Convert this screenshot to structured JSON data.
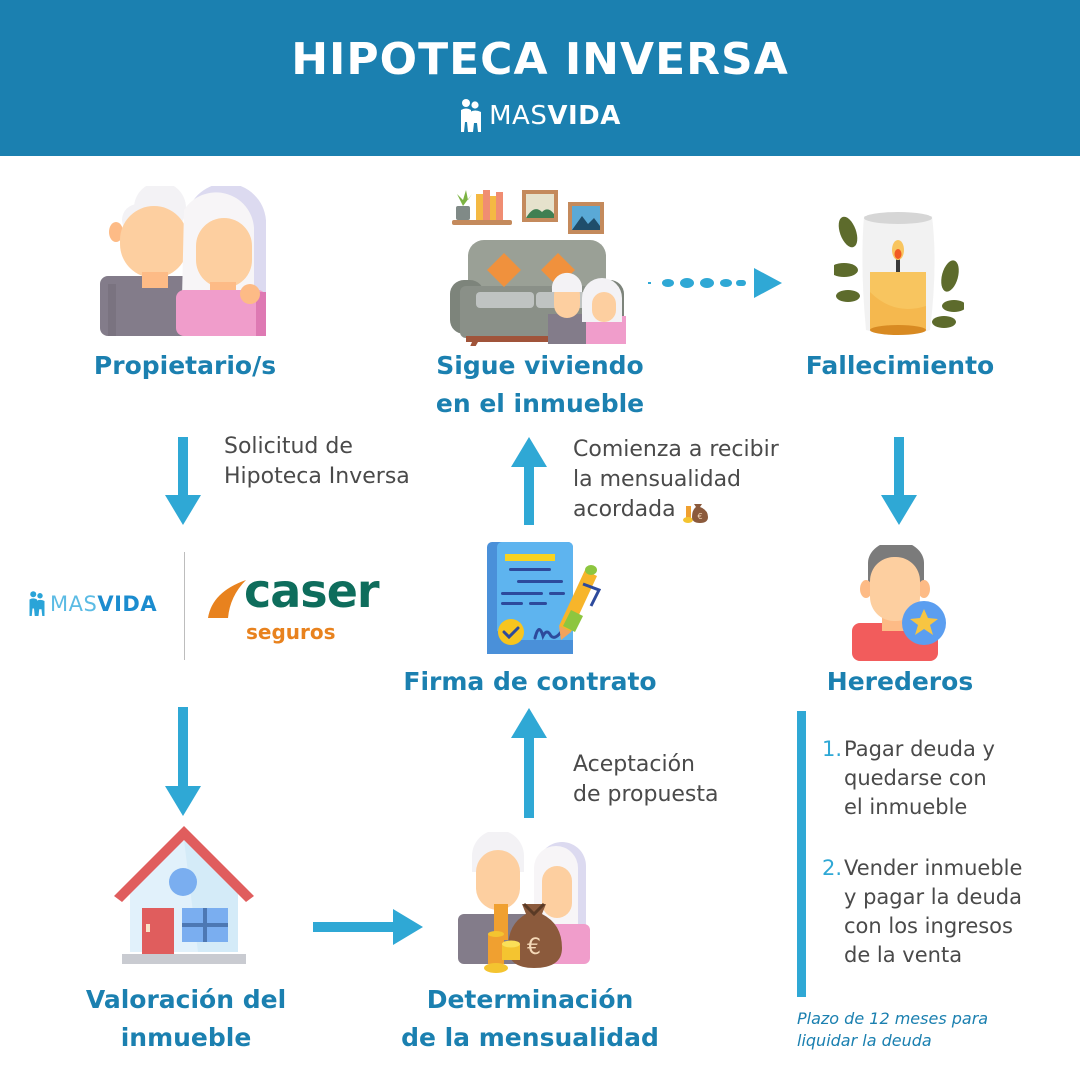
{
  "header": {
    "title": "HIPOTECA INVERSA",
    "brand_light": "MAS",
    "brand_bold": "VIDA",
    "background": "#1b80b0"
  },
  "colors": {
    "accent_blue": "#1b80b0",
    "arrow_blue": "#2fa8d5",
    "text_gray": "#4a4a4a",
    "caser_green": "#0e6d5c",
    "caser_orange": "#e8821e"
  },
  "steps": {
    "owners": {
      "label": "Propietario/s",
      "icon": "elderly-couple-icon"
    },
    "living": {
      "label_line1": "Sigue viviendo",
      "label_line2": "en el inmueble",
      "icon": "living-room-couple-icon"
    },
    "death": {
      "label": "Fallecimiento",
      "icon": "memorial-candle-icon"
    },
    "contract": {
      "label": "Firma de contrato",
      "icon": "signed-contract-icon"
    },
    "heirs": {
      "label": "Herederos",
      "icon": "heir-star-icon"
    },
    "valuation": {
      "label_line1": "Valoración del",
      "label_line2": "inmueble",
      "icon": "house-icon"
    },
    "determination": {
      "label_line1": "Determinación",
      "label_line2": "de la mensualidad",
      "icon": "couple-money-bag-icon"
    }
  },
  "notes": {
    "request_line1": "Solicitud de",
    "request_line2": "Hipoteca Inversa",
    "start_line1": "Comienza a recibir",
    "start_line2": "la mensualidad",
    "start_line3": "acordada",
    "accept_line1": "Aceptación",
    "accept_line2": "de propuesta"
  },
  "partners": {
    "masvida_light": "MAS",
    "masvida_bold": "VIDA",
    "caser_word": "caser",
    "caser_sub": "seguros"
  },
  "heirs_options": [
    {
      "num": "1.",
      "lines": [
        "Pagar deuda y",
        "quedarse con",
        "el inmueble"
      ]
    },
    {
      "num": "2.",
      "lines": [
        "Vender inmueble",
        "y pagar la deuda",
        "con los ingresos",
        "de la venta"
      ]
    }
  ],
  "deadline": {
    "line1": "Plazo de 12 meses para",
    "line2": "liquidar la deuda"
  }
}
